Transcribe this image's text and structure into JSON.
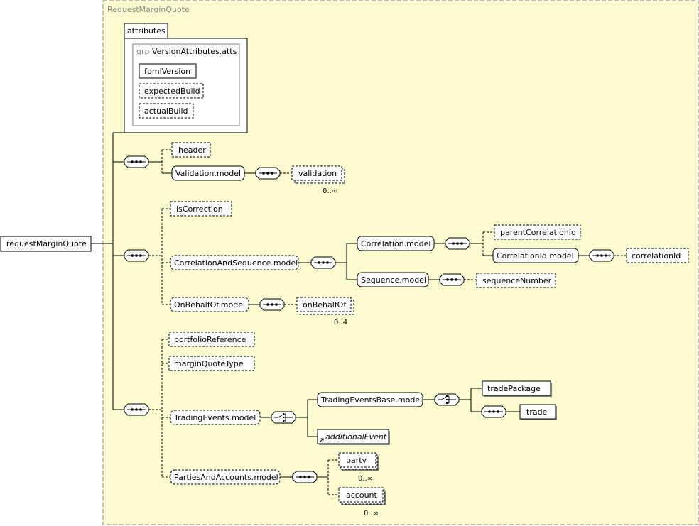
{
  "group_title": "RequestMarginQuote",
  "attributes": {
    "tab_label": "attributes",
    "group_prefix": "grp",
    "group_name": "VersionAttributes.atts",
    "items": [
      "fpmlVersion",
      "expectedBuild",
      "actualBuild"
    ]
  },
  "root_element": "requestMarginQuote",
  "header_seq": {
    "header": "header",
    "validation_model": "Validation.model",
    "validation": "validation",
    "validation_card": "0..∞"
  },
  "correction_seq": {
    "is_correction": "isCorrection",
    "correlation_and_sequence_model": "CorrelationAndSequence.model",
    "correlation_model": "Correlation.model",
    "parent_correlation_id": "parentCorrelationId",
    "correlation_id_model": "CorrelationId.model",
    "correlation_id": "correlationId",
    "sequence_model": "Sequence.model",
    "sequence_number": "sequenceNumber",
    "on_behalf_of_model": "OnBehalfOf.model",
    "on_behalf_of": "onBehalfOf",
    "on_behalf_of_card": "0..4"
  },
  "quote_seq": {
    "portfolio_reference": "portfolioReference",
    "margin_quote_type": "marginQuoteType",
    "trading_events_model": "TradingEvents.model",
    "trading_events_base_model": "TradingEventsBase.model",
    "trade_package": "tradePackage",
    "trade": "trade",
    "additional_event": "additionalEvent",
    "parties_and_accounts_model": "PartiesAndAccounts.model",
    "party": "party",
    "party_card": "0..∞",
    "account": "account",
    "account_card": "0..∞"
  },
  "colors": {
    "group_bg": "#fdfcd0",
    "group_border": "#8a8a6a",
    "box_fill": "#ffffff",
    "shadow": "#808080"
  }
}
